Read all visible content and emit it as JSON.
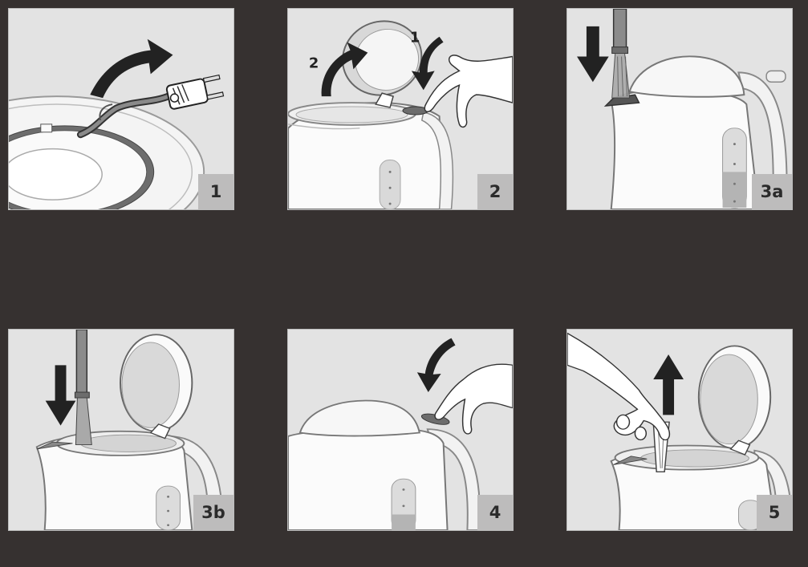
{
  "steps": [
    {
      "label": "1"
    },
    {
      "label": "2",
      "arrow_labels": [
        "1",
        "2"
      ]
    },
    {
      "label": "3a"
    },
    {
      "label": "3b"
    },
    {
      "label": "4"
    },
    {
      "label": "5"
    }
  ],
  "colors": {
    "background": "#363130",
    "panel": "#e3e3e3",
    "badge": "#bdbcbc",
    "arrow": "#222222",
    "water_gauge": "#bdbdbd"
  }
}
